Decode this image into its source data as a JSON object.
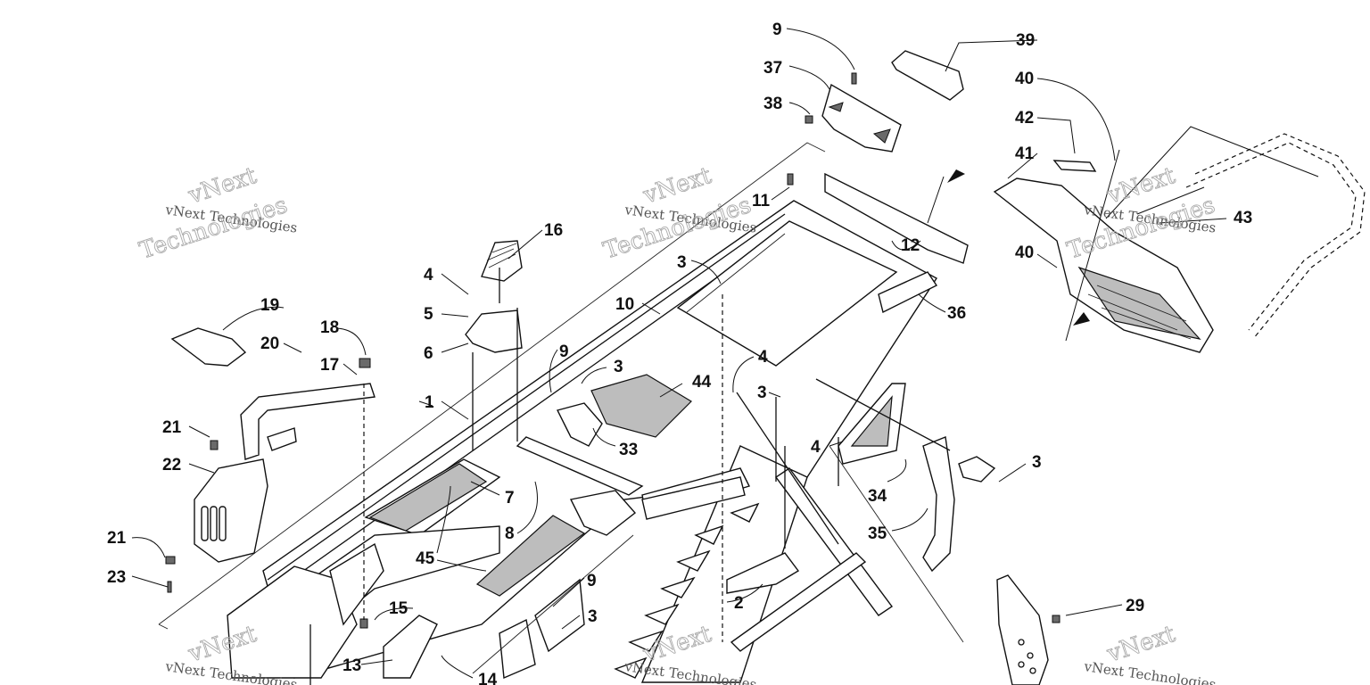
{
  "callouts": [
    {
      "id": "c1",
      "text": "1"
    },
    {
      "id": "c2",
      "text": "2"
    },
    {
      "id": "c3a",
      "text": "3"
    },
    {
      "id": "c3b",
      "text": "3"
    },
    {
      "id": "c3c",
      "text": "3"
    },
    {
      "id": "c3d",
      "text": "3"
    },
    {
      "id": "c3e",
      "text": "3"
    },
    {
      "id": "c4a",
      "text": "4"
    },
    {
      "id": "c4b",
      "text": "4"
    },
    {
      "id": "c4c",
      "text": "4"
    },
    {
      "id": "c5",
      "text": "5"
    },
    {
      "id": "c6",
      "text": "6"
    },
    {
      "id": "c7",
      "text": "7"
    },
    {
      "id": "c8",
      "text": "8"
    },
    {
      "id": "c9a",
      "text": "9"
    },
    {
      "id": "c9b",
      "text": "9"
    },
    {
      "id": "c9c",
      "text": "9"
    },
    {
      "id": "c10",
      "text": "10"
    },
    {
      "id": "c11",
      "text": "11"
    },
    {
      "id": "c12",
      "text": "12"
    },
    {
      "id": "c13",
      "text": "13"
    },
    {
      "id": "c14",
      "text": "14"
    },
    {
      "id": "c15",
      "text": "15"
    },
    {
      "id": "c16",
      "text": "16"
    },
    {
      "id": "c17",
      "text": "17"
    },
    {
      "id": "c18",
      "text": "18"
    },
    {
      "id": "c19",
      "text": "19"
    },
    {
      "id": "c20",
      "text": "20"
    },
    {
      "id": "c21a",
      "text": "21"
    },
    {
      "id": "c21b",
      "text": "21"
    },
    {
      "id": "c22",
      "text": "22"
    },
    {
      "id": "c23",
      "text": "23"
    },
    {
      "id": "c29",
      "text": "29"
    },
    {
      "id": "c33",
      "text": "33"
    },
    {
      "id": "c34",
      "text": "34"
    },
    {
      "id": "c35",
      "text": "35"
    },
    {
      "id": "c36",
      "text": "36"
    },
    {
      "id": "c37",
      "text": "37"
    },
    {
      "id": "c38",
      "text": "38"
    },
    {
      "id": "c39",
      "text": "39"
    },
    {
      "id": "c40a",
      "text": "40"
    },
    {
      "id": "c40b",
      "text": "40"
    },
    {
      "id": "c41",
      "text": "41"
    },
    {
      "id": "c42",
      "text": "42"
    },
    {
      "id": "c43",
      "text": "43"
    },
    {
      "id": "c44",
      "text": "44"
    },
    {
      "id": "c45",
      "text": "45"
    }
  ],
  "watermark": {
    "small": "vNext Technologies",
    "big": "vNext",
    "big2": "Technologies"
  }
}
